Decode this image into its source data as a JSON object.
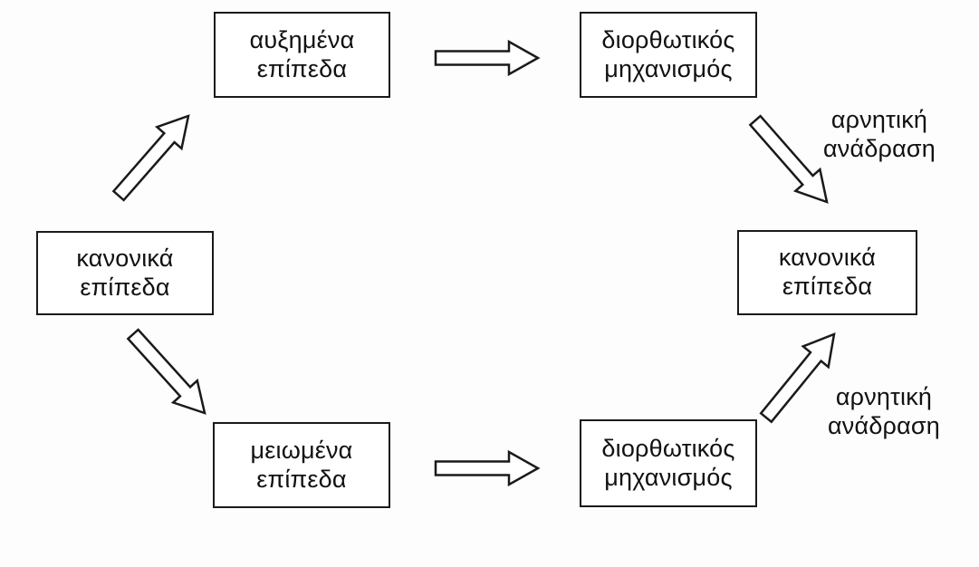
{
  "diagram": {
    "type": "flow-diagram",
    "description": "negative feedback loop keeping levels normal",
    "nodes": {
      "normal_left": "κανονικά\nεπίπεδα",
      "increased": "αυξημένα\nεπίπεδα",
      "corrective_top": "διορθωτικός\nμηχανισμός",
      "decreased": "μειωμένα\nεπίπεδα",
      "corrective_bottom": "διορθωτικός\nμηχανισμός",
      "normal_right": "κανονικά\nεπίπεδα"
    },
    "edge_labels": {
      "negative_feedback_top": "αρνητική\nανάδραση",
      "negative_feedback_bottom": "αρνητική\nανάδραση"
    },
    "edges": [
      {
        "from": "normal_left",
        "to": "increased",
        "label": ""
      },
      {
        "from": "increased",
        "to": "corrective_top",
        "label": ""
      },
      {
        "from": "corrective_top",
        "to": "normal_right",
        "label": "αρνητική ανάδραση"
      },
      {
        "from": "normal_left",
        "to": "decreased",
        "label": ""
      },
      {
        "from": "decreased",
        "to": "corrective_bottom",
        "label": ""
      },
      {
        "from": "corrective_bottom",
        "to": "normal_right",
        "label": "αρνητική ανάδραση"
      }
    ],
    "colors": {
      "line": "#1a1a1a",
      "box_fill": "#ffffff",
      "background": "#fdfdfd",
      "text": "#111111"
    }
  }
}
